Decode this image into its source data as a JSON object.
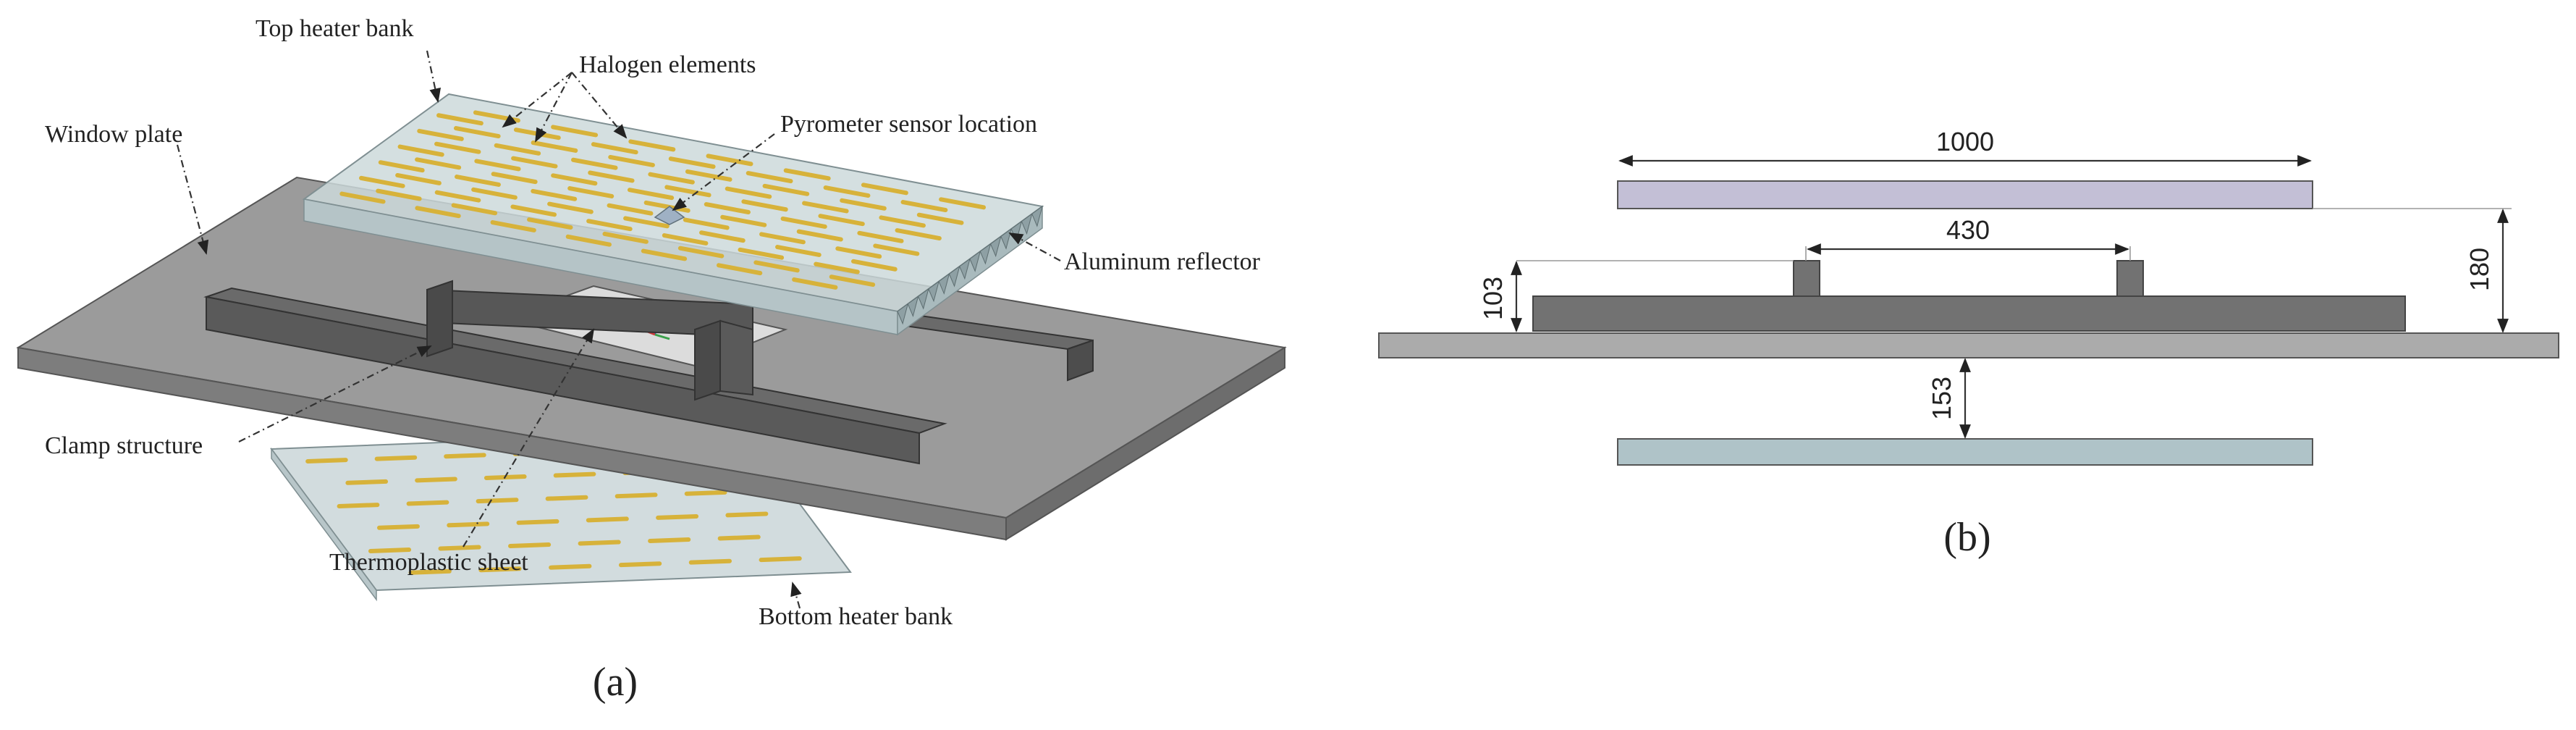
{
  "figure": {
    "panel_a": {
      "caption": "(a)",
      "labels": {
        "top_heater_bank": "Top heater bank",
        "halogen_elements": "Halogen elements",
        "pyrometer_sensor_location": "Pyrometer sensor location",
        "window_plate": "Window plate",
        "aluminum_reflector": "Aluminum reflector",
        "clamp_structure": "Clamp structure",
        "thermoplastic_sheet": "Thermoplastic sheet",
        "bottom_heater_bank": "Bottom heater bank"
      }
    },
    "panel_b": {
      "caption": "(b)",
      "dimensions": {
        "top_bank_width": "1000",
        "clamp_post_spacing": "430",
        "clamp_height": "103",
        "top_gap": "180",
        "bottom_gap": "153"
      }
    },
    "colors": {
      "window_plate": "#9b9b9b",
      "clamp": "#5f5f5f",
      "heater_glass": "#c9d6d8",
      "halogen": "#d7b23a",
      "top_bank_2d": "#c3bfd6",
      "bottom_bank_2d": "#afc3c8",
      "plate_2d": "#ababab",
      "clamp_2d": "#727272"
    }
  }
}
